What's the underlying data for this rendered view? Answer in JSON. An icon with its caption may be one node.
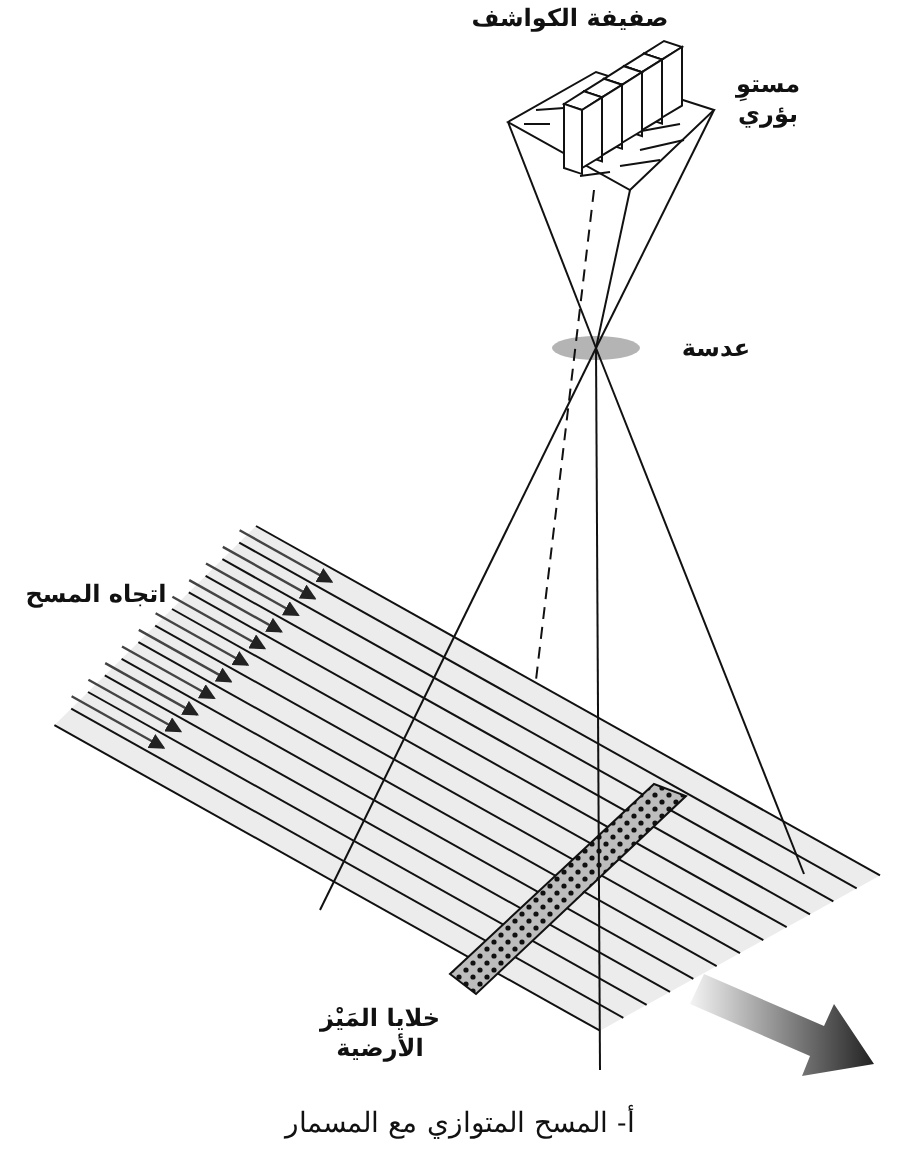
{
  "diagram": {
    "caption": "أ- المسح المتوازي مع المسمار",
    "labels": [
      "صفيفة الكواشف",
      "مستوِ بؤري",
      "عدسة",
      "اتجاه المسح",
      "خلايا المَيْز الأرضية"
    ]
  }
}
